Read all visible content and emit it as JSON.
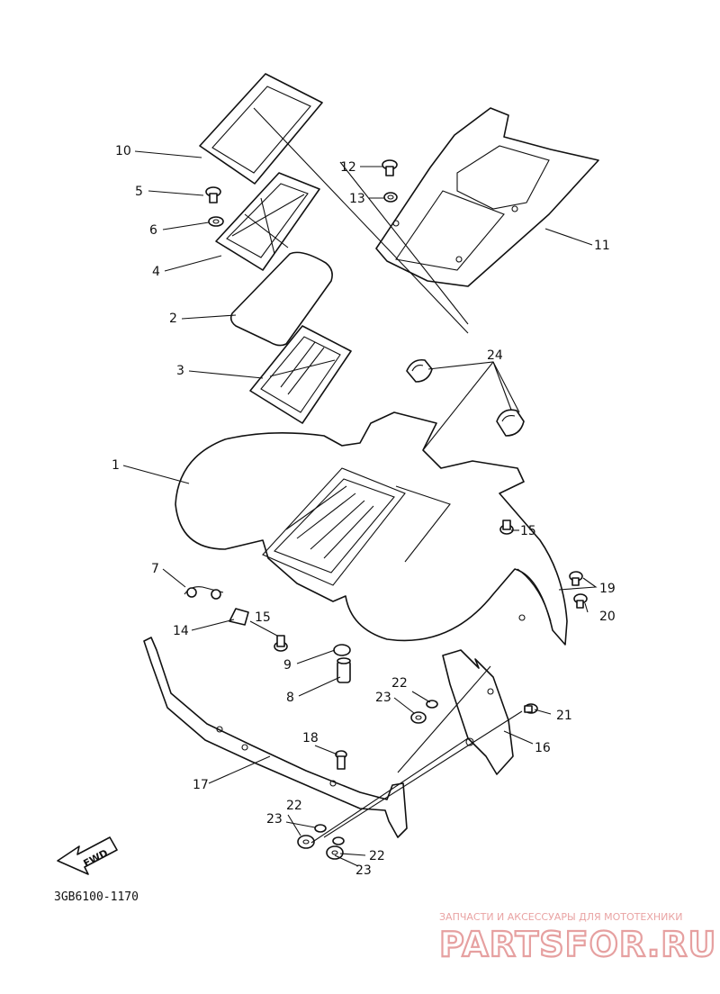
{
  "diagram_code": "3GB6100-1170",
  "fwd_label": "FWD",
  "watermark": {
    "line1": "ЗАПЧАСТИ И АКСЕССУАРЫ ДЛЯ МОТОТЕХНИКИ",
    "line2": "PARTSFOR.RU"
  },
  "callouts": {
    "c1": "1",
    "c2": "2",
    "c3": "3",
    "c4": "4",
    "c5": "5",
    "c6": "6",
    "c7": "7",
    "c8": "8",
    "c9": "9",
    "c10": "10",
    "c11": "11",
    "c12": "12",
    "c13": "13",
    "c14": "14",
    "c15a": "15",
    "c15b": "15",
    "c16": "16",
    "c17": "17",
    "c18": "18",
    "c19": "19",
    "c20": "20",
    "c21": "21",
    "c22a": "22",
    "c22b": "22",
    "c22c": "22",
    "c23a": "23",
    "c23b": "23",
    "c23c": "23",
    "c24": "24"
  }
}
